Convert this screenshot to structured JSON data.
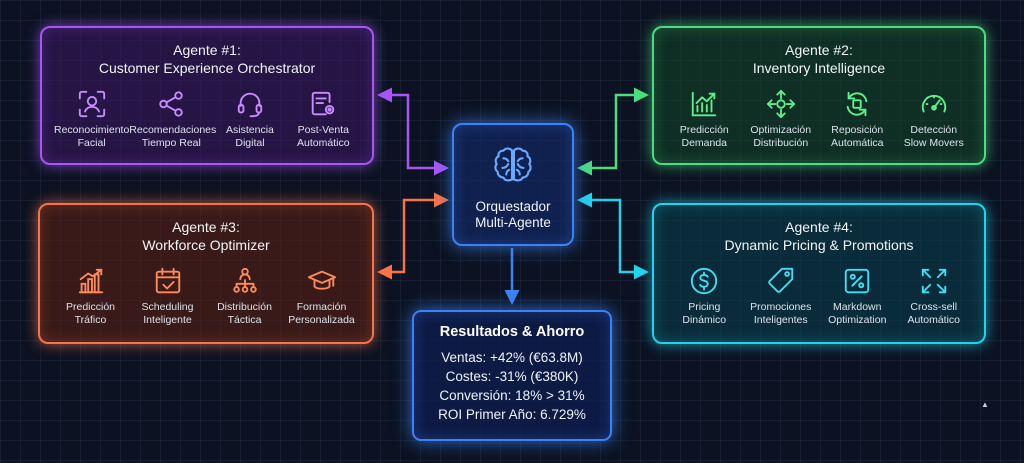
{
  "orchestrator": {
    "line1": "Orquestador",
    "line2": "Multi-Agente",
    "icon": "brain-icon"
  },
  "agents": [
    {
      "title": "Agente #1:",
      "subtitle": "Customer Experience Orchestrator",
      "color": "#a855f7",
      "tools": [
        {
          "line1": "Reconocimiento",
          "line2": "Facial",
          "icon": "face-scan-icon"
        },
        {
          "line1": "Recomendaciones",
          "line2": "Tiempo Real",
          "icon": "share-icon"
        },
        {
          "line1": "Asistencia",
          "line2": "Digital",
          "icon": "headset-icon"
        },
        {
          "line1": "Post-Venta",
          "line2": "Automático",
          "icon": "document-gear-icon"
        }
      ]
    },
    {
      "title": "Agente #2:",
      "subtitle": "Inventory Intelligence",
      "color": "#4ade80",
      "tools": [
        {
          "line1": "Predicción",
          "line2": "Demanda",
          "icon": "bar-chart-trend-icon"
        },
        {
          "line1": "Optimización",
          "line2": "Distribución",
          "icon": "move-arrows-icon"
        },
        {
          "line1": "Reposición",
          "line2": "Automática",
          "icon": "refresh-box-icon"
        },
        {
          "line1": "Detección",
          "line2": "Slow Movers",
          "icon": "gauge-icon"
        }
      ]
    },
    {
      "title": "Agente #3:",
      "subtitle": "Workforce Optimizer",
      "color": "#f97348",
      "tools": [
        {
          "line1": "Predicción",
          "line2": "Tráfico",
          "icon": "bar-chart-trend-icon"
        },
        {
          "line1": "Scheduling",
          "line2": "Inteligente",
          "icon": "calendar-check-icon"
        },
        {
          "line1": "Distribución",
          "line2": "Táctica",
          "icon": "org-chart-icon"
        },
        {
          "line1": "Formación",
          "line2": "Personalizada",
          "icon": "graduation-cap-icon"
        }
      ]
    },
    {
      "title": "Agente #4:",
      "subtitle": "Dynamic Pricing & Promotions",
      "color": "#22d3ee",
      "tools": [
        {
          "line1": "Pricing",
          "line2": "Dinámico",
          "icon": "dollar-circle-icon"
        },
        {
          "line1": "Promociones",
          "line2": "Inteligentes",
          "icon": "tag-icon"
        },
        {
          "line1": "Markdown",
          "line2": "Optimization",
          "icon": "percent-icon"
        },
        {
          "line1": "Cross-sell",
          "line2": "Automático",
          "icon": "expand-arrows-icon"
        }
      ]
    }
  ],
  "results": {
    "title": "Resultados & Ahorro",
    "lines": [
      "Ventas: +42% (€63.8M)",
      "Costes: -31% (€380K)",
      "Conversión: 18% > 31%",
      "ROI Primer Año: 6.729%"
    ]
  },
  "corner_mark": "▲"
}
